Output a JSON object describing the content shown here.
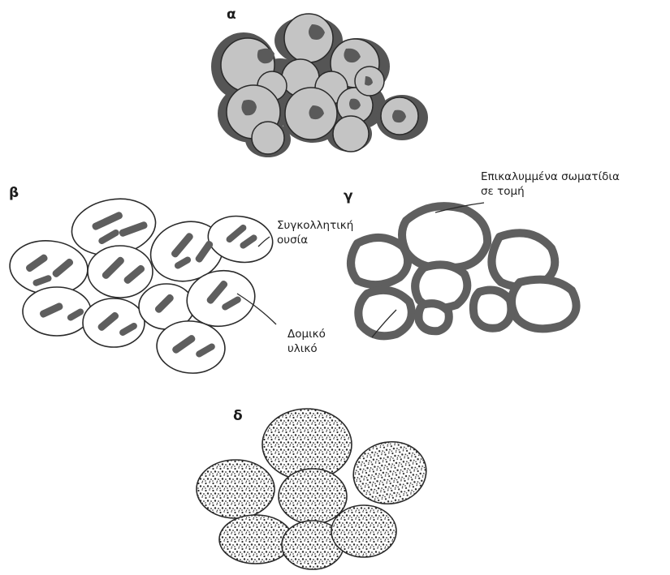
{
  "colors": {
    "ink": "#2a2a2a",
    "grain_fill": "#bdbdbd",
    "dark_core": "#5a5a5a",
    "coating": "#5f5f5f",
    "paper": "#ffffff"
  },
  "panels": {
    "a": {
      "letter": "α"
    },
    "b": {
      "letter": "β"
    },
    "c": {
      "letter": "γ"
    },
    "d": {
      "letter": "δ"
    }
  },
  "labels": {
    "binder_line1": "Συγκολλητική",
    "binder_line2": "ουσία",
    "structural_line1": "Δομικό",
    "structural_line2": "υλικό",
    "coated_line1": "Επικαλυμμένα σωματίδια",
    "coated_line2": "σε τομή"
  }
}
